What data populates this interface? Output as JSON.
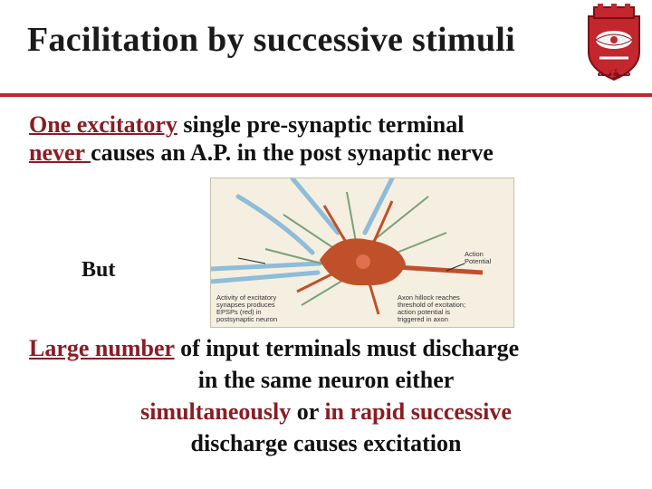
{
  "title": "Facilitation by successive stimuli",
  "logo": {
    "text": "مـؤتـه",
    "icon": "university-crest"
  },
  "para1": {
    "seg1": "One excitatory",
    "seg2": " single pre-synaptic terminal",
    "seg3": "never ",
    "seg4": "causes an A.P. in the post synaptic nerve"
  },
  "but": "But",
  "figure": {
    "label_left": [
      "Activity of excitatory",
      "synapses produces",
      "EPSPs (red) in",
      "postsynaptic neuron"
    ],
    "label_right_top": [
      "Action",
      "Potential"
    ],
    "label_right_bottom": [
      "Axon hillock reaches",
      "threshold of excitation;",
      "action potential is",
      "triggered in axon"
    ]
  },
  "para2": {
    "l1a": "Large number",
    "l1b": " of input terminals must discharge",
    "l2": "in the same neuron either",
    "l3a": "simultaneously",
    "l3b": " or ",
    "l3c": "in rapid successive",
    "l4": "discharge causes excitation"
  },
  "colors": {
    "accent": "#c4262e",
    "text_red": "#8b1c24",
    "neuron": "#c0502a"
  }
}
